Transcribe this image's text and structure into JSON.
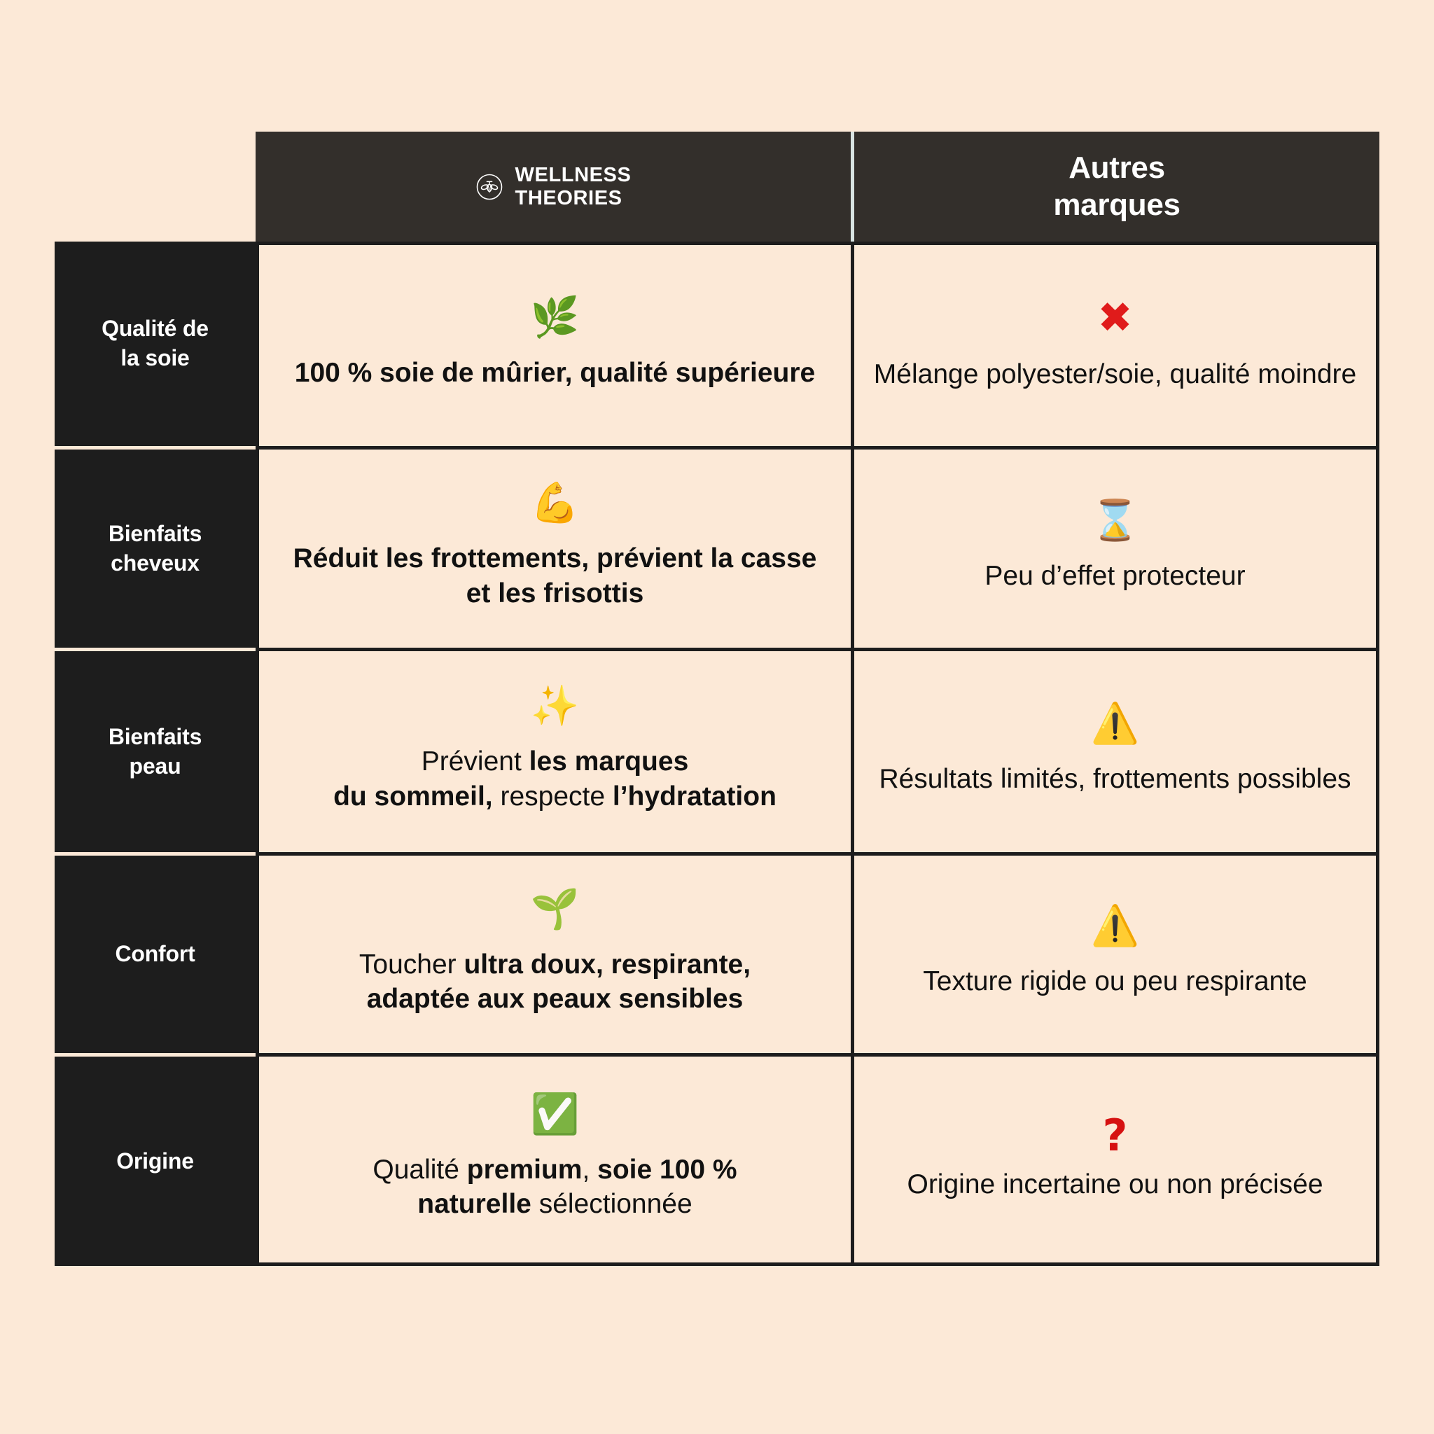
{
  "background_color": "#fce9d7",
  "header": {
    "brand": {
      "logo_icon": "bee-in-circle-logo",
      "name_line1": "WELLNESS",
      "name_line2": "THEORIES",
      "name": "WELLNESS\nTHEORIES"
    },
    "other": {
      "title": "Autres\nmarques",
      "line1": "Autres",
      "line2": "marques"
    }
  },
  "colors": {
    "header_bg": "#332f2b",
    "label_bg": "#1d1d1d",
    "cell_bg": "#fce9d7",
    "border": "#1d1d1d",
    "header_divider": "#d9e4e2",
    "negative": "#e01b1b",
    "question": "#d61111"
  },
  "rows": [
    {
      "label": "Qualité de\nla soie",
      "brand": {
        "icon": "herb-leaf-emoji",
        "icon_glyph": "🌿",
        "text": "100 % soie de mûrier,\nqualité supérieure",
        "bold": true
      },
      "other": {
        "icon": "red-cross-mark-emoji",
        "icon_glyph": "✖",
        "text": "Mélange polyester/soie,\nqualité moindre"
      }
    },
    {
      "label": "Bienfaits\ncheveux",
      "brand": {
        "icon": "flexed-biceps-emoji",
        "icon_glyph": "💪",
        "text": "Réduit les frottements, prévient\nla casse et les frisottis",
        "bold": true
      },
      "other": {
        "icon": "hourglass-emoji",
        "icon_glyph": "⌛",
        "text": "Peu d’effet protecteur"
      }
    },
    {
      "label": "Bienfaits\npeau",
      "brand": {
        "icon": "sparkles-emoji",
        "icon_glyph": "✨",
        "rich_text": [
          {
            "t": "Prévient ",
            "b": false
          },
          {
            "t": "les marques",
            "b": true
          },
          {
            "t": "\n",
            "b": false
          },
          {
            "t": "du sommeil,",
            "b": true
          },
          {
            "t": " respecte ",
            "b": false
          },
          {
            "t": "l’hydratation",
            "b": true
          }
        ],
        "text": "Prévient les marques\ndu sommeil, respecte l’hydratation",
        "bold": false
      },
      "other": {
        "icon": "warning-sign-emoji",
        "icon_glyph": "⚠️",
        "text": "Résultats limités,\nfrottements possibles"
      }
    },
    {
      "label": "Confort",
      "brand": {
        "icon": "seedling-emoji",
        "icon_glyph": "🌱",
        "rich_text": [
          {
            "t": "Toucher ",
            "b": false
          },
          {
            "t": "ultra doux, respirante,",
            "b": true
          },
          {
            "t": "\n",
            "b": false
          },
          {
            "t": "adaptée aux peaux sensibles",
            "b": true
          }
        ],
        "text": "Toucher ultra doux, respirante,\nadaptée aux peaux sensibles",
        "bold": false
      },
      "other": {
        "icon": "warning-sign-emoji",
        "icon_glyph": "⚠️",
        "text": "Texture rigide ou peu respirante"
      }
    },
    {
      "label": "Origine",
      "brand": {
        "icon": "white-check-mark-emoji",
        "icon_glyph": "✅",
        "rich_text": [
          {
            "t": "Qualité ",
            "b": false
          },
          {
            "t": "premium",
            "b": true
          },
          {
            "t": ", ",
            "b": false
          },
          {
            "t": "soie 100 %",
            "b": true
          },
          {
            "t": "\n",
            "b": false
          },
          {
            "t": "naturelle",
            "b": true
          },
          {
            "t": " sélectionnée",
            "b": false
          }
        ],
        "text": "Qualité premium, soie 100 %\nnaturelle sélectionnée",
        "bold": false
      },
      "other": {
        "icon": "red-question-mark",
        "icon_glyph": "?",
        "text": "Origine incertaine\nou non précisée"
      }
    }
  ]
}
